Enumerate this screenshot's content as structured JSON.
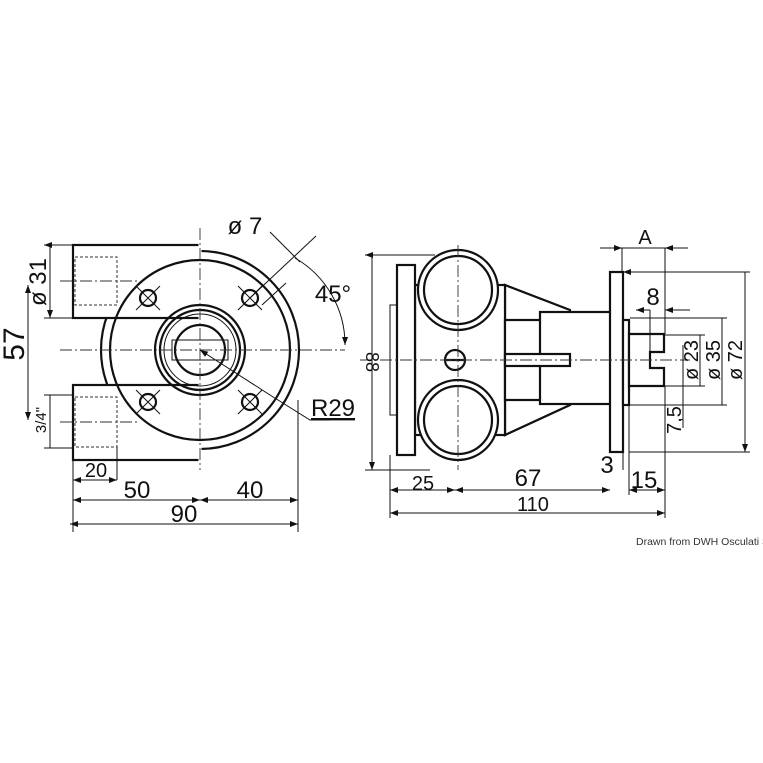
{
  "front_view": {
    "labels": {
      "dia31": "ø 31",
      "dim57": "57",
      "thread": "3/4\"",
      "dim20": "20",
      "dim50": "50",
      "dim40": "40",
      "dim90": "90",
      "dia7": "ø 7",
      "angle45": "45°",
      "r29": "R29"
    }
  },
  "side_view": {
    "labels": {
      "dim88": "88",
      "dimA": "A",
      "dim8": "8",
      "dia23": "ø 23",
      "dia35": "ø 35",
      "dia72": "ø 72",
      "dim7_5": "7,5",
      "dim25": "25",
      "dim67": "67",
      "dim3": "3",
      "dim15": "15",
      "dim110": "110"
    }
  },
  "credit": "Drawn from DWH Osculati SpA"
}
